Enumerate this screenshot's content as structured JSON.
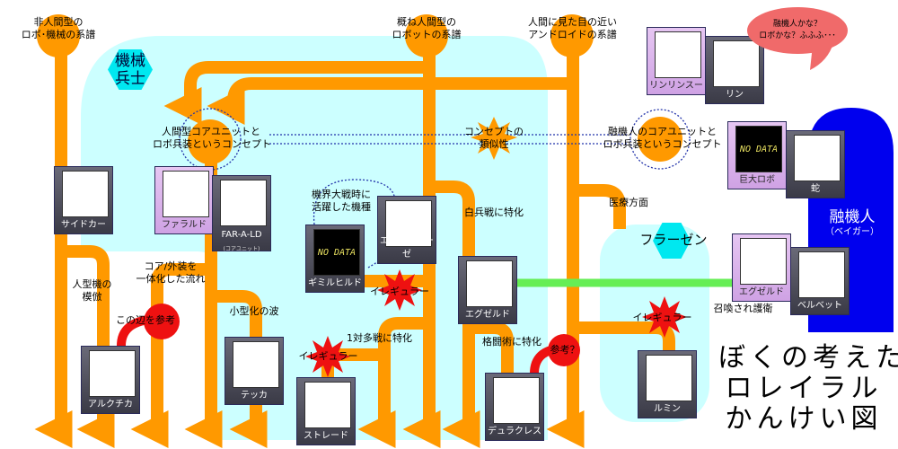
{
  "lineages": {
    "nonhuman": "非人間型の\nロボ･機械の系譜",
    "humanoid": "概ね人間型の\nロボットの系譜",
    "android": "人間に見た目の近い\nアンドロイドの系譜"
  },
  "groups": {
    "kikai_heishi": "機械\n兵士",
    "fraazen": "フラーゼン",
    "yuukijin": "融機人",
    "yuukijin_reading": "（ベイガー）"
  },
  "concepts": {
    "core_unit": "人間型コアユニットと\nロボ兵装というコンセプト",
    "similarity": "コンセプトの\n類似性",
    "yuukijin_core": "融機人のコアユニットと\nロボ兵装というコンセプト",
    "kikai_war": "機界大戦時に\n活躍した機種"
  },
  "branch_labels": {
    "mimic": "人型機の\n模倣",
    "integrated": "コア/外装を\n一体化した流れ",
    "reference_here": "この辺を参考",
    "miniaturize": "小型化の波",
    "irregular1": "イレギュラー",
    "irregular2": "イレギュラー",
    "irregular3": "イレギュラー",
    "one_vs_many": "1対多戦に特化",
    "melee": "白兵戦に特化",
    "grappling": "格闘術に特化",
    "reference_q": "参考？",
    "medical": "医療方面",
    "summoned": "召喚され護衛"
  },
  "speech_bubble": "融機人かな？\nロボかな？ふふふ･･･",
  "no_data": "NO DATA",
  "cards": {
    "sidecar": "サイドカー",
    "faraldo": "ファラルド",
    "farald": "FAR-A-LD",
    "farald_sub": "(コアユニット)",
    "gimil": "ギミルヒルド",
    "edelrose": "エーデルローゼ",
    "exeld1": "エグゼルド",
    "arkchika": "アルクチカ",
    "tekka": "テッカ",
    "strade": "ストレード",
    "duracles": "デュラクレス",
    "rumin": "ルミン",
    "rinrinsu": "リンリンスー",
    "rin": "リン",
    "giant_robo": "巨大ロボ",
    "hebi": "蛇",
    "exeld2": "エグゼルド",
    "velvet": "ベルベット"
  },
  "title": "ぼくの考えた\nロレイラル\nかんけい図",
  "colors": {
    "orange": "#ff9900",
    "cyan_bg": "#ccffff",
    "hex": "#00e8f0",
    "blue": "#0000ee",
    "red": "#ee1111",
    "green": "#66ee55",
    "bubble": "#f06a6a"
  }
}
